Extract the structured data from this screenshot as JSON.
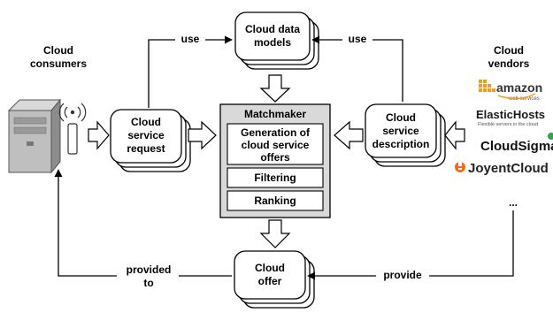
{
  "consumers": {
    "label_line1": "Cloud",
    "label_line2": "consumers"
  },
  "vendors": {
    "label_line1": "Cloud",
    "label_line2": "vendors",
    "logos": {
      "amazon": {
        "name": "amazon",
        "sub": "web services",
        "color": "#f59b19"
      },
      "elastichosts": {
        "name": "ElasticHosts",
        "sub": "Flexible servers in the cloud",
        "color": "#1a1a1a"
      },
      "cloudsigma": {
        "name": "CloudSigma",
        "color": "#111111",
        "accent": "#2aa84a"
      },
      "joyent": {
        "name": "JoyentCloud",
        "color": "#222222",
        "accent": "#f26b21"
      }
    },
    "more": "..."
  },
  "nodes": {
    "data_models": {
      "line1": "Cloud data",
      "line2": "models"
    },
    "request": {
      "line1": "Cloud",
      "line2": "service",
      "line3": "request"
    },
    "description": {
      "line1": "Cloud",
      "line2": "service",
      "line3": "description"
    },
    "offer": {
      "line1": "Cloud",
      "line2": "offer"
    }
  },
  "matchmaker": {
    "title": "Matchmaker",
    "generation": {
      "line1": "Generation of",
      "line2": "cloud service",
      "line3": "offers"
    },
    "filtering": "Filtering",
    "ranking": "Ranking"
  },
  "edges": {
    "use_left": "use",
    "use_right": "use",
    "provide": "provide",
    "provided_to_line1": "provided",
    "provided_to_line2": "to"
  },
  "colors": {
    "box_fill": "#ffffff",
    "matchmaker_fill": "#d9d9d9",
    "stroke": "#000000"
  }
}
